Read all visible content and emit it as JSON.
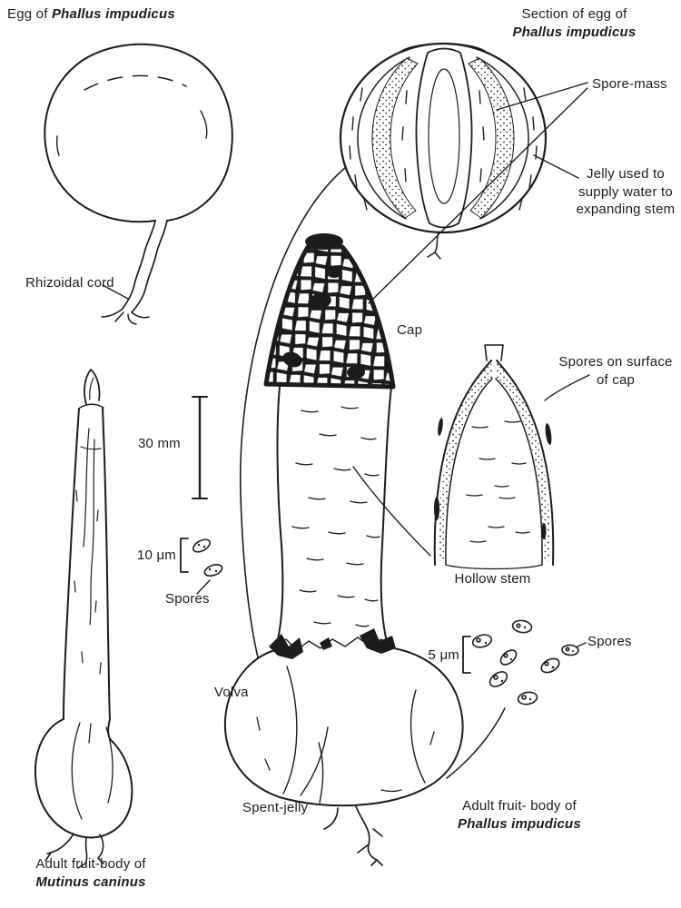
{
  "page": {
    "colors": {
      "ink": "#1c1c1c",
      "paper": "#ffffff"
    },
    "titles": {
      "egg_prefix": "Egg of",
      "egg_species": "Phallus impudicus",
      "section_line1": "Section of egg of",
      "section_species": "Phallus impudicus"
    },
    "labels": {
      "spore_mass": "Spore-mass",
      "jelly1": "Jelly used to",
      "jelly2": "supply water to",
      "jelly3": "expanding stem",
      "rhizoidal_cord": "Rhizoidal cord",
      "cap": "Cap",
      "spores_surface1": "Spores on surface",
      "spores_surface2": "of cap",
      "hollow_stem": "Hollow stem",
      "volva": "Volva",
      "spent_jelly": "Spent-jelly",
      "spores_left": "Spores",
      "spores_right": "Spores"
    },
    "scales": {
      "mm30": "30 mm",
      "um10": "10 μm",
      "um5": "5 μm"
    },
    "captions": {
      "mutinus1": "Adult fruit-body of",
      "mutinus2": "Mutinus caninus",
      "phallus1": "Adult fruit- body of",
      "phallus2": "Phallus impudicus"
    }
  }
}
